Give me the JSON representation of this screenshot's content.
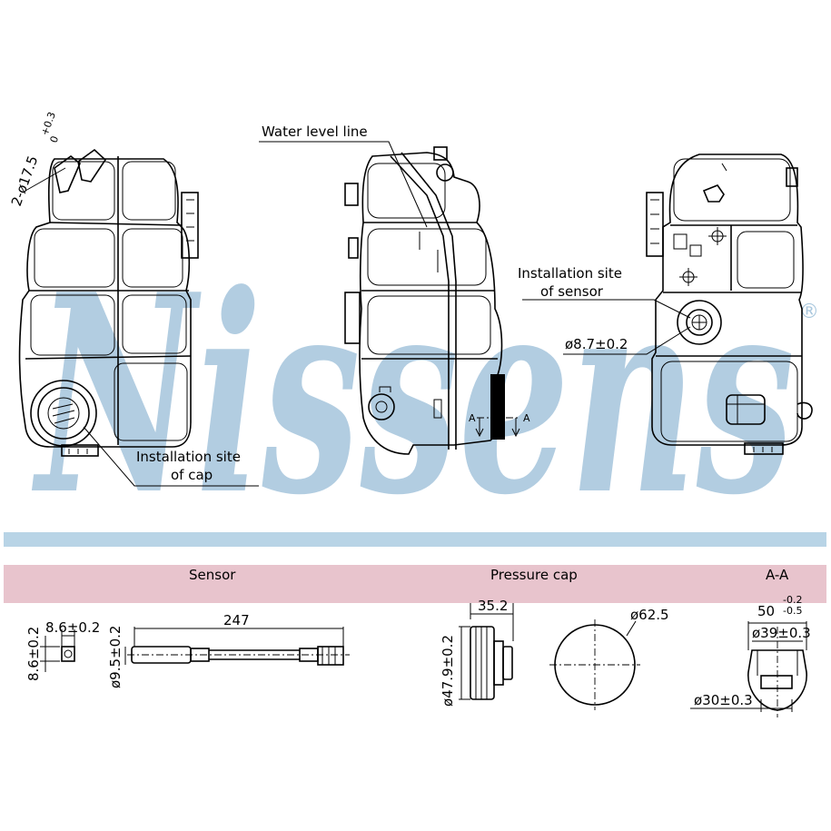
{
  "watermark": {
    "text": "Nissens",
    "registered_mark": "®",
    "color": "#aac8de"
  },
  "callouts": {
    "water_level": "Water level line",
    "install_sensor_1": "Installation site",
    "install_sensor_2": "of sensor",
    "install_cap_1": "Installation site",
    "install_cap_2": "of cap",
    "sensor_dia": "ø8.7±0.2",
    "port_dia": "2-ø17.5",
    "port_tol_upper": "+0.3",
    "port_tol_lower": "0",
    "section_left": "A",
    "section_right": "A"
  },
  "band": {
    "color": "#e8c4cd",
    "top_line_color": "#b8d4e6",
    "sensor_label": "Sensor",
    "cap_label": "Pressure cap",
    "section_label": "A-A"
  },
  "sensor_dims": {
    "width": "8.6±0.2",
    "height": "8.6±0.2",
    "dia": "ø9.5±0.2",
    "length": "247"
  },
  "cap_dims": {
    "depth": "35.2",
    "height": "ø47.9±0.2",
    "dia": "ø62.5"
  },
  "section_dims": {
    "width": "50",
    "tol_upper": "-0.2",
    "tol_lower": "-0.5",
    "inner": "ø39±0.3",
    "bottom": "ø30±0.3"
  }
}
